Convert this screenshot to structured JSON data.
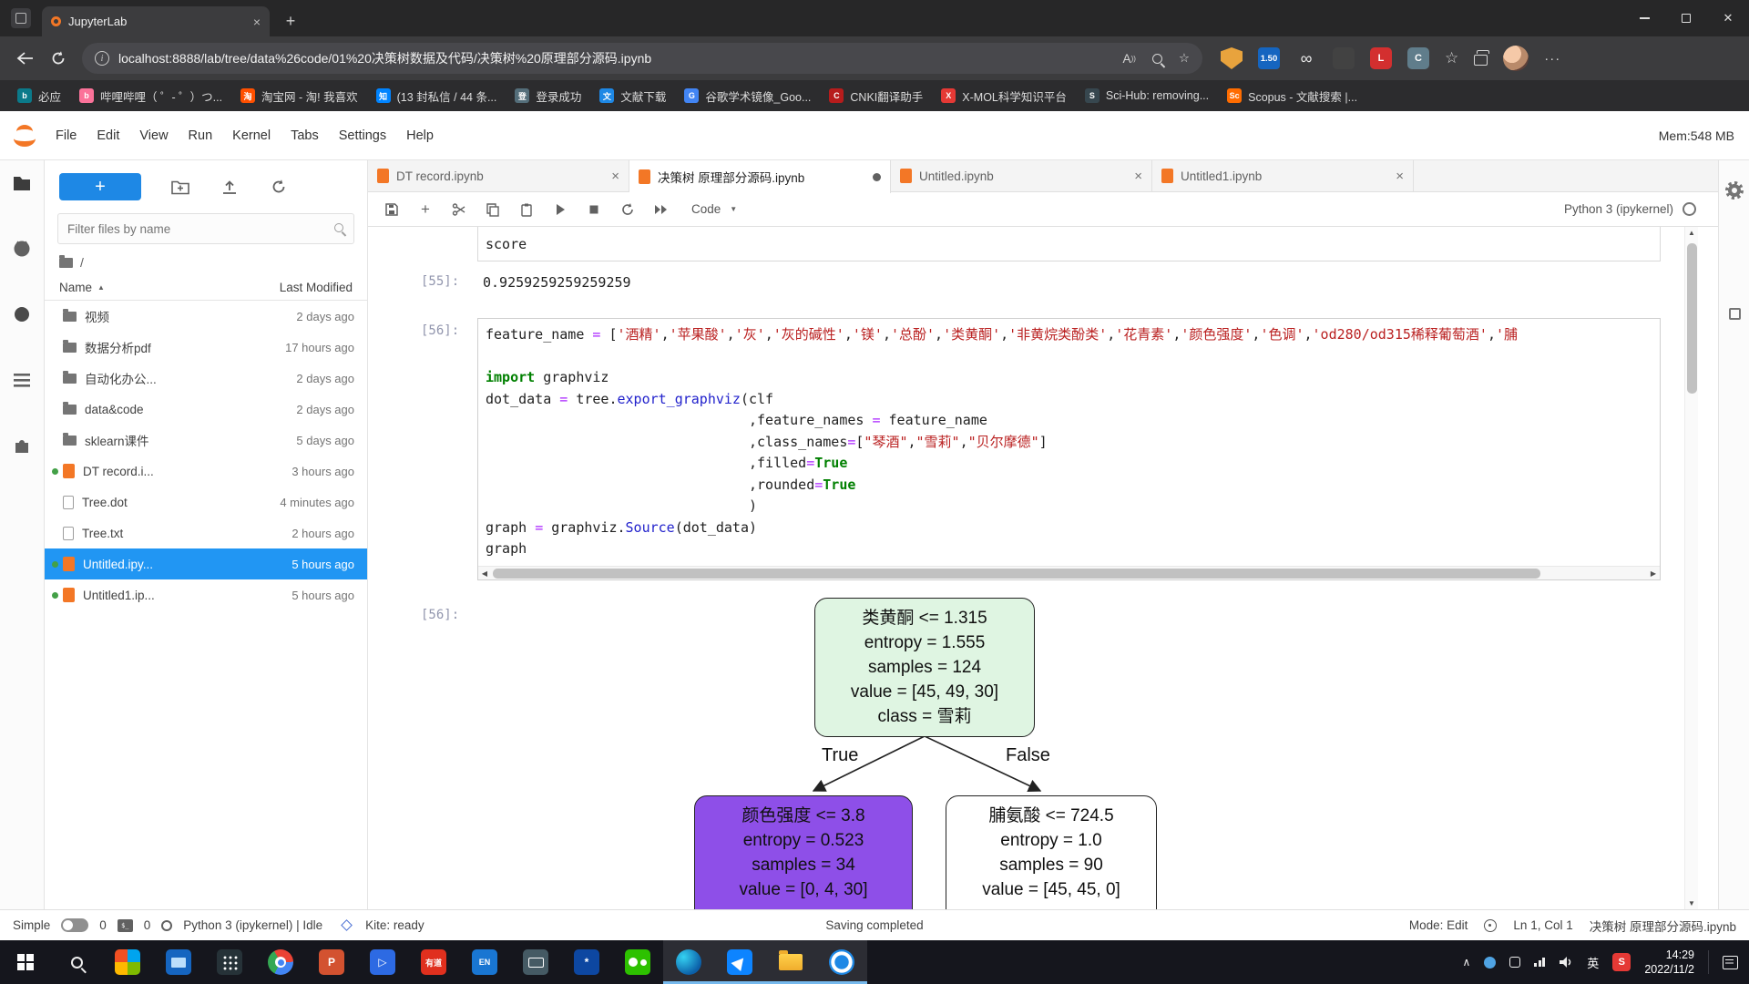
{
  "browser": {
    "tab_title": "JupyterLab",
    "url": "localhost:8888/lab/tree/data%26code/01%20决策树数据及代码/决策树%20原理部分源码.ipynb",
    "bookmarks": [
      {
        "label": "必应",
        "color": "#0b7a8a",
        "letter": "b"
      },
      {
        "label": "哔哩哔哩（ ゜- ゜）つ...",
        "color": "#fb7299",
        "letter": "b"
      },
      {
        "label": "淘宝网 - 淘! 我喜欢",
        "color": "#ff5000",
        "letter": "淘"
      },
      {
        "label": "(13 封私信 / 44 条...",
        "color": "#0084ff",
        "letter": "知"
      },
      {
        "label": "登录成功",
        "color": "#546e7a",
        "letter": "登"
      },
      {
        "label": "文献下载",
        "color": "#1e88e5",
        "letter": "文"
      },
      {
        "label": "谷歌学术镜像_Goo...",
        "color": "#4285f4",
        "letter": "G"
      },
      {
        "label": "CNKI翻译助手",
        "color": "#b71c1c",
        "letter": "C"
      },
      {
        "label": "X-MOL科学知识平台",
        "color": "#e53935",
        "letter": "X"
      },
      {
        "label": "Sci-Hub: removing...",
        "color": "#37474f",
        "letter": "S"
      },
      {
        "label": "Scopus - 文献搜索 |...",
        "color": "#ff6c00",
        "letter": "Sc"
      }
    ],
    "ext_icons": [
      {
        "name": "shield-extension",
        "style": "shield",
        "color": "#e8a33d",
        "text": ""
      },
      {
        "name": "price-badge-extension",
        "style": "badge",
        "color": "#1565c0",
        "text": "1.50"
      },
      {
        "name": "infinity-extension",
        "style": "glyph",
        "text": "∞"
      },
      {
        "name": "dark-extension",
        "style": "sq",
        "color": "#424242",
        "text": ""
      },
      {
        "name": "lastpass-extension",
        "style": "sq",
        "color": "#d32f2f",
        "text": "L"
      },
      {
        "name": "gray-extension",
        "style": "sq",
        "color": "#607d8b",
        "text": "C"
      }
    ]
  },
  "menubar": {
    "items": [
      "File",
      "Edit",
      "View",
      "Run",
      "Kernel",
      "Tabs",
      "Settings",
      "Help"
    ],
    "mem": "Mem:548 MB"
  },
  "filebrowser": {
    "filter_placeholder": "Filter files by name",
    "breadcrumb": "/",
    "col_name": "Name",
    "col_modified": "Last Modified",
    "files": [
      {
        "name": "视频",
        "time": "2 days ago",
        "type": "folder",
        "running": false,
        "selected": false
      },
      {
        "name": "数据分析pdf",
        "time": "17 hours ago",
        "type": "folder",
        "running": false,
        "selected": false
      },
      {
        "name": "自动化办公...",
        "time": "2 days ago",
        "type": "folder",
        "running": false,
        "selected": false
      },
      {
        "name": "data&code",
        "time": "2 days ago",
        "type": "folder",
        "running": false,
        "selected": false
      },
      {
        "name": "sklearn课件",
        "time": "5 days ago",
        "type": "folder",
        "running": false,
        "selected": false
      },
      {
        "name": "DT record.i...",
        "time": "3 hours ago",
        "type": "notebook",
        "running": true,
        "selected": false
      },
      {
        "name": "Tree.dot",
        "time": "4 minutes ago",
        "type": "file",
        "running": false,
        "selected": false
      },
      {
        "name": "Tree.txt",
        "time": "2 hours ago",
        "type": "file",
        "running": false,
        "selected": false
      },
      {
        "name": "Untitled.ipy...",
        "time": "5 hours ago",
        "type": "notebook",
        "running": true,
        "selected": true
      },
      {
        "name": "Untitled1.ip...",
        "time": "5 hours ago",
        "type": "notebook",
        "running": true,
        "selected": false
      }
    ]
  },
  "doc_tabs": [
    {
      "label": "DT record.ipynb",
      "state": "close",
      "active": false
    },
    {
      "label": "决策树 原理部分源码.ipynb",
      "state": "dirty",
      "active": true
    },
    {
      "label": "Untitled.ipynb",
      "state": "close",
      "active": false
    },
    {
      "label": "Untitled1.ipynb",
      "state": "close",
      "active": false
    }
  ],
  "nb_toolbar": {
    "cell_type": "Code",
    "kernel": "Python 3 (ipykernel)"
  },
  "notebook": {
    "partial_line": "score",
    "out55_prompt": "[55]:",
    "out55_text": "0.9259259259259259",
    "in56_prompt": "[56]:",
    "out56_prompt": "[56]:",
    "code_tokens": [
      [
        [
          "p",
          "feature_name "
        ],
        [
          "o",
          "="
        ],
        [
          "p",
          " ["
        ],
        [
          "s",
          "'酒精'"
        ],
        [
          "p",
          ","
        ],
        [
          "s",
          "'苹果酸'"
        ],
        [
          "p",
          ","
        ],
        [
          "s",
          "'灰'"
        ],
        [
          "p",
          ","
        ],
        [
          "s",
          "'灰的碱性'"
        ],
        [
          "p",
          ","
        ],
        [
          "s",
          "'镁'"
        ],
        [
          "p",
          ","
        ],
        [
          "s",
          "'总酚'"
        ],
        [
          "p",
          ","
        ],
        [
          "s",
          "'类黄酮'"
        ],
        [
          "p",
          ","
        ],
        [
          "s",
          "'非黄烷类酚类'"
        ],
        [
          "p",
          ","
        ],
        [
          "s",
          "'花青素'"
        ],
        [
          "p",
          ","
        ],
        [
          "s",
          "'颜色强度'"
        ],
        [
          "p",
          ","
        ],
        [
          "s",
          "'色调'"
        ],
        [
          "p",
          ","
        ],
        [
          "s",
          "'od280/od315稀释葡萄酒'"
        ],
        [
          "p",
          ","
        ],
        [
          "s",
          "'脯"
        ]
      ],
      [],
      [
        [
          "k",
          "import"
        ],
        [
          "p",
          " graphviz"
        ]
      ],
      [
        [
          "p",
          "dot_data "
        ],
        [
          "o",
          "="
        ],
        [
          "p",
          " tree."
        ],
        [
          "f",
          "export_graphviz"
        ],
        [
          "p",
          "(clf"
        ]
      ],
      [
        [
          "p",
          "                                ,feature_names "
        ],
        [
          "o",
          "="
        ],
        [
          "p",
          " feature_name"
        ]
      ],
      [
        [
          "p",
          "                                ,class_names"
        ],
        [
          "o",
          "="
        ],
        [
          "p",
          "["
        ],
        [
          "s",
          "\"琴酒\""
        ],
        [
          "p",
          ","
        ],
        [
          "s",
          "\"雪莉\""
        ],
        [
          "p",
          ","
        ],
        [
          "s",
          "\"贝尔摩德\""
        ],
        [
          "p",
          "]"
        ]
      ],
      [
        [
          "p",
          "                                ,filled"
        ],
        [
          "o",
          "="
        ],
        [
          "k",
          "True"
        ]
      ],
      [
        [
          "p",
          "                                ,rounded"
        ],
        [
          "o",
          "="
        ],
        [
          "k",
          "True"
        ]
      ],
      [
        [
          "p",
          "                                )"
        ]
      ],
      [
        [
          "p",
          "graph "
        ],
        [
          "o",
          "="
        ],
        [
          "p",
          " graphviz."
        ],
        [
          "f",
          "Source"
        ],
        [
          "p",
          "(dot_data)"
        ]
      ],
      [
        [
          "p",
          "graph"
        ]
      ]
    ]
  },
  "tree": {
    "true_label": "True",
    "false_label": "False",
    "nodes": {
      "root": {
        "fill": "#dff5e2",
        "lines": [
          "类黄酮 <= 1.315",
          "entropy = 1.555",
          "samples = 124",
          "value = [45, 49, 30]",
          "class = 雪莉"
        ]
      },
      "left": {
        "fill": "#8e4fe8",
        "lines": [
          "颜色强度 <= 3.8",
          "entropy = 0.523",
          "samples = 34",
          "value = [0, 4, 30]"
        ]
      },
      "right": {
        "fill": "#ffffff",
        "lines": [
          "脯氨酸 <= 724.5",
          "entropy = 1.0",
          "samples = 90",
          "value = [45, 45, 0]"
        ]
      }
    }
  },
  "statusbar": {
    "simple": "Simple",
    "terminals": "0",
    "kernels": "0",
    "kernel_status": "Python 3 (ipykernel) | Idle",
    "kite": "Kite: ready",
    "center": "Saving completed",
    "mode": "Mode: Edit",
    "cursor": "Ln 1, Col 1",
    "filename": "决策树 原理部分源码.ipynb"
  },
  "taskbar": {
    "lang": "英",
    "sogou": "S",
    "time": "14:29",
    "date": "2022/11/2",
    "apps": [
      {
        "name": "store-app",
        "style": "quad",
        "active": false
      },
      {
        "name": "this-pc",
        "style": "pc",
        "active": false
      },
      {
        "name": "apps-grid",
        "style": "grid",
        "active": false
      },
      {
        "name": "chrome",
        "style": "chrome",
        "active": false
      },
      {
        "name": "powerpoint",
        "style": "plain",
        "color": "#d35230",
        "glyph": "P",
        "active": false
      },
      {
        "name": "blue-media-app",
        "style": "plain",
        "color": "#2d6ae3",
        "glyph": "▷",
        "active": false
      },
      {
        "name": "youdao",
        "style": "plain",
        "color": "#e0301e",
        "glyph": "有道",
        "active": false
      },
      {
        "name": "translator",
        "style": "plain",
        "color": "#1976d2",
        "glyph": "EN",
        "active": false
      },
      {
        "name": "keyboard-app",
        "style": "kbd",
        "active": false
      },
      {
        "name": "spark-app",
        "style": "plain",
        "color": "#0d47a1",
        "glyph": "*",
        "active": false
      },
      {
        "name": "wechat",
        "style": "wechat",
        "active": false
      },
      {
        "name": "edge",
        "style": "edge",
        "active": true
      },
      {
        "name": "plane-app",
        "style": "plane",
        "active": true
      },
      {
        "name": "file-explorer",
        "style": "folder",
        "active": true
      },
      {
        "name": "circle-app",
        "style": "circleblue",
        "active": true
      }
    ]
  }
}
